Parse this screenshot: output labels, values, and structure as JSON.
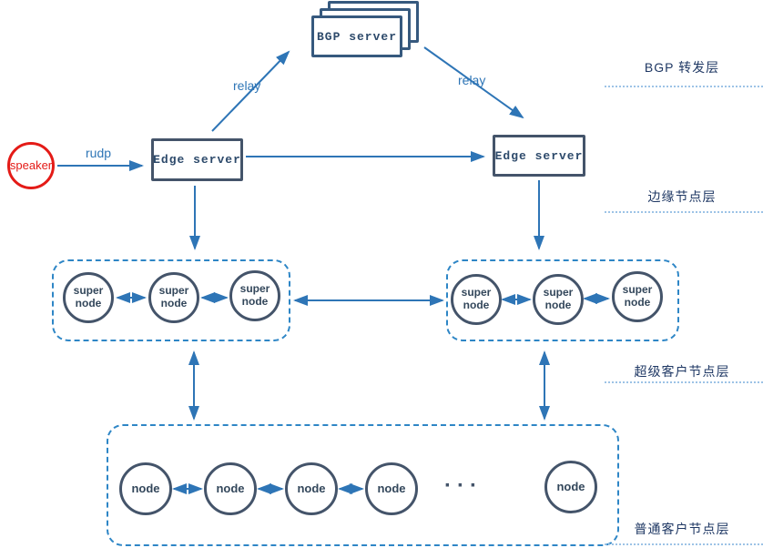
{
  "colors": {
    "arrow": "#2e75b6",
    "cluster_border": "#2e86c6",
    "box_border": "#44546a",
    "bgp_border": "#36597e",
    "box_text": "#2d4a6b",
    "speaker_red": "#e41b17",
    "layer_text": "#1f3864",
    "dotted_line": "#9dc3e6"
  },
  "speaker": {
    "label": "speaker"
  },
  "bgp_server": {
    "label": "BGP server"
  },
  "edge_servers": {
    "left": "Edge server",
    "right": "Edge server"
  },
  "edge_labels": {
    "rudp": "rudp",
    "relay_left": "relay",
    "relay_right": "relay"
  },
  "super_clusters": {
    "left": {
      "nodes": [
        "super\nnode",
        "super\nnode",
        "super\nnode"
      ]
    },
    "right": {
      "nodes": [
        "super\nnode",
        "super\nnode",
        "super\nnode"
      ]
    }
  },
  "node_cluster": {
    "nodes": [
      "node",
      "node",
      "node",
      "node",
      "node"
    ],
    "ellipsis": "···"
  },
  "layers": [
    {
      "label": "BGP 转发层"
    },
    {
      "label": "边缘节点层"
    },
    {
      "label": "超级客户节点层"
    },
    {
      "label": "普通客户节点层"
    }
  ]
}
